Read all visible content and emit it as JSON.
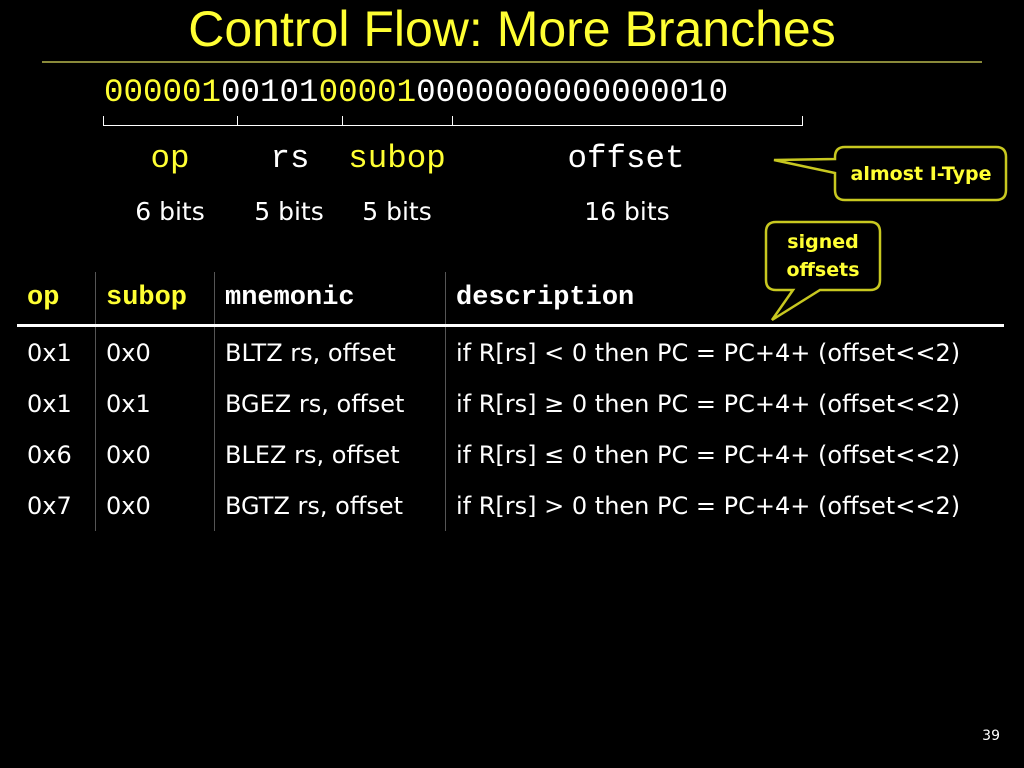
{
  "slide": {
    "title": "Control Flow: More Branches",
    "page_number": "39"
  },
  "encoding": {
    "bits": [
      {
        "text": "000001",
        "color": "#ffff33"
      },
      {
        "text": "00101",
        "color": "#ffffff"
      },
      {
        "text": "00001",
        "color": "#ffff33"
      },
      {
        "text": "0000000000000010",
        "color": "#ffffff"
      }
    ],
    "fields": [
      {
        "name": "op",
        "bits": "6 bits",
        "color": "#ffff33"
      },
      {
        "name": "rs",
        "bits": "5 bits",
        "color": "#ffffff"
      },
      {
        "name": "subop",
        "bits": "5 bits",
        "color": "#ffff33"
      },
      {
        "name": "offset",
        "bits": "16 bits",
        "color": "#ffffff"
      }
    ]
  },
  "callouts": {
    "almost_itype": "almost I-Type",
    "signed_offsets_line1": "signed",
    "signed_offsets_line2": "offsets"
  },
  "table": {
    "headers": [
      "op",
      "subop",
      "mnemonic",
      "description"
    ],
    "rows": [
      [
        "0x1",
        "0x0",
        "BLTZ rs, offset",
        "if R[rs] < 0 then PC = PC+4+ (offset<<2)"
      ],
      [
        "0x1",
        "0x1",
        "BGEZ rs, offset",
        "if R[rs] ≥ 0 then PC = PC+4+ (offset<<2)"
      ],
      [
        "0x6",
        "0x0",
        "BLEZ rs, offset",
        "if R[rs] ≤ 0 then PC = PC+4+ (offset<<2)"
      ],
      [
        "0x7",
        "0x0",
        "BGTZ rs, offset",
        "if R[rs] > 0 then PC = PC+4+ (offset<<2)"
      ]
    ]
  },
  "colors": {
    "accent": "#ffff33",
    "background": "#000000",
    "text": "#ffffff"
  }
}
